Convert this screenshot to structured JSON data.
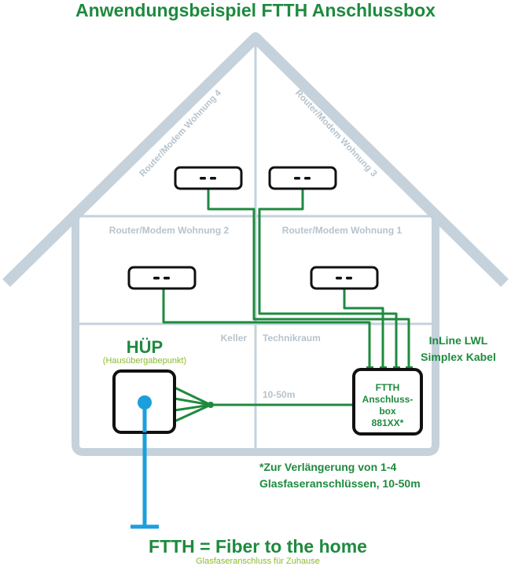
{
  "title": "Anwendungsbeispiel FTTH Anschlussbox",
  "rooms": {
    "apt4": "Router/Modem Wohnung 4",
    "apt3": "Router/Modem Wohnung 3",
    "apt2": "Router/Modem Wohnung 2",
    "apt1": "Router/Modem Wohnung 1",
    "basement": "Keller",
    "tech_room": "Technikraum"
  },
  "hup": {
    "title": "HÜP",
    "subtitle": "(Hausübergabepunkt)"
  },
  "box": {
    "line1": "FTTH",
    "line2": "Anschluss-",
    "line3": "box",
    "line4": "881XX*"
  },
  "cable": {
    "line1": "InLine LWL",
    "line2": "Simplex Kabel",
    "length": "10-50m"
  },
  "footnote": {
    "line1": "*Zur Verlängerung von 1-4",
    "line2": "Glasfaseranschlüssen, 10-50m"
  },
  "footer": {
    "title": "FTTH = Fiber to the home",
    "subtitle": "Glasfaseranschluss für Zuhause"
  },
  "colors": {
    "green": "#1e8a3e",
    "house": "#c5d2dc",
    "label": "#b7c3cc",
    "fiber": "#1aa0dc",
    "olive": "#8dba2c"
  }
}
